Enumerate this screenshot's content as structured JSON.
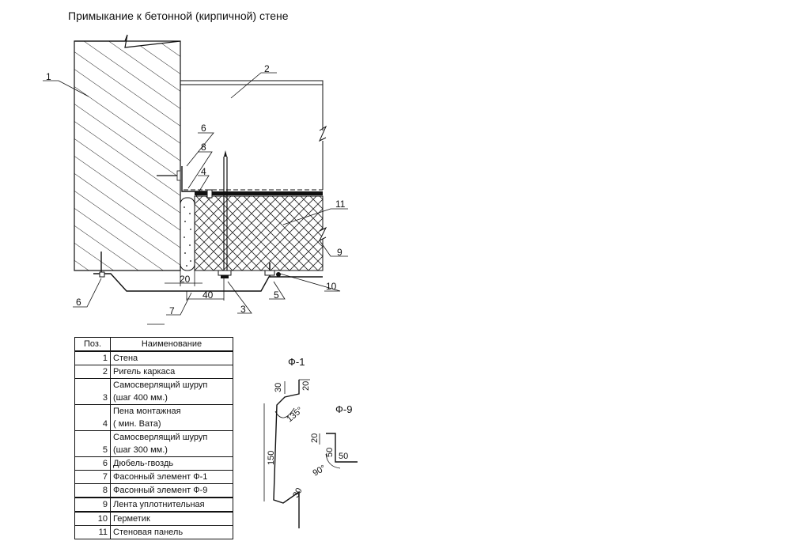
{
  "title": "Примыкание к бетонной (кирпичной) стене",
  "callouts": {
    "c1": "1",
    "c2": "2",
    "c3": "3",
    "c4": "4",
    "c5": "5",
    "c6a": "6",
    "c6b": "6",
    "c7": "7",
    "c8": "8",
    "c9": "9",
    "c10": "10",
    "c11": "11"
  },
  "dimensions": {
    "d20": "20",
    "d40": "40"
  },
  "profiles": {
    "f1": {
      "label": "Ф-1",
      "dim_30_top": "30",
      "dim_20": "20",
      "angle": "135°",
      "length": "150",
      "dim_30_bottom": "30"
    },
    "f9": {
      "label": "Ф-9",
      "dim_20": "20",
      "dim_50_vertical": "50",
      "dim_50_horizontal": "50",
      "angle": "90°"
    }
  },
  "table": {
    "header": {
      "pos": "Поз.",
      "name": "Наименование"
    },
    "rows": [
      {
        "pos": "1",
        "name": "Стена"
      },
      {
        "pos": "2",
        "name": "Ригель каркаса"
      },
      {
        "pos": "3",
        "name": "Самосверлящий шуруп\n(шаг 400 мм.)"
      },
      {
        "pos": "4",
        "name": "Пена монтажная\n( мин. Вата)"
      },
      {
        "pos": "5",
        "name": "Самосверлящий шуруп\n(шаг 300 мм.)"
      },
      {
        "pos": "6",
        "name": "Дюбель-гвоздь"
      },
      {
        "pos": "7",
        "name": "Фасонный элемент Ф-1"
      },
      {
        "pos": "8",
        "name": "Фасонный элемент Ф-9"
      },
      {
        "pos": "9",
        "name": "Лента уплотнительная"
      },
      {
        "pos": "10",
        "name": "Герметик"
      },
      {
        "pos": "11",
        "name": "Стеновая панель"
      }
    ]
  }
}
